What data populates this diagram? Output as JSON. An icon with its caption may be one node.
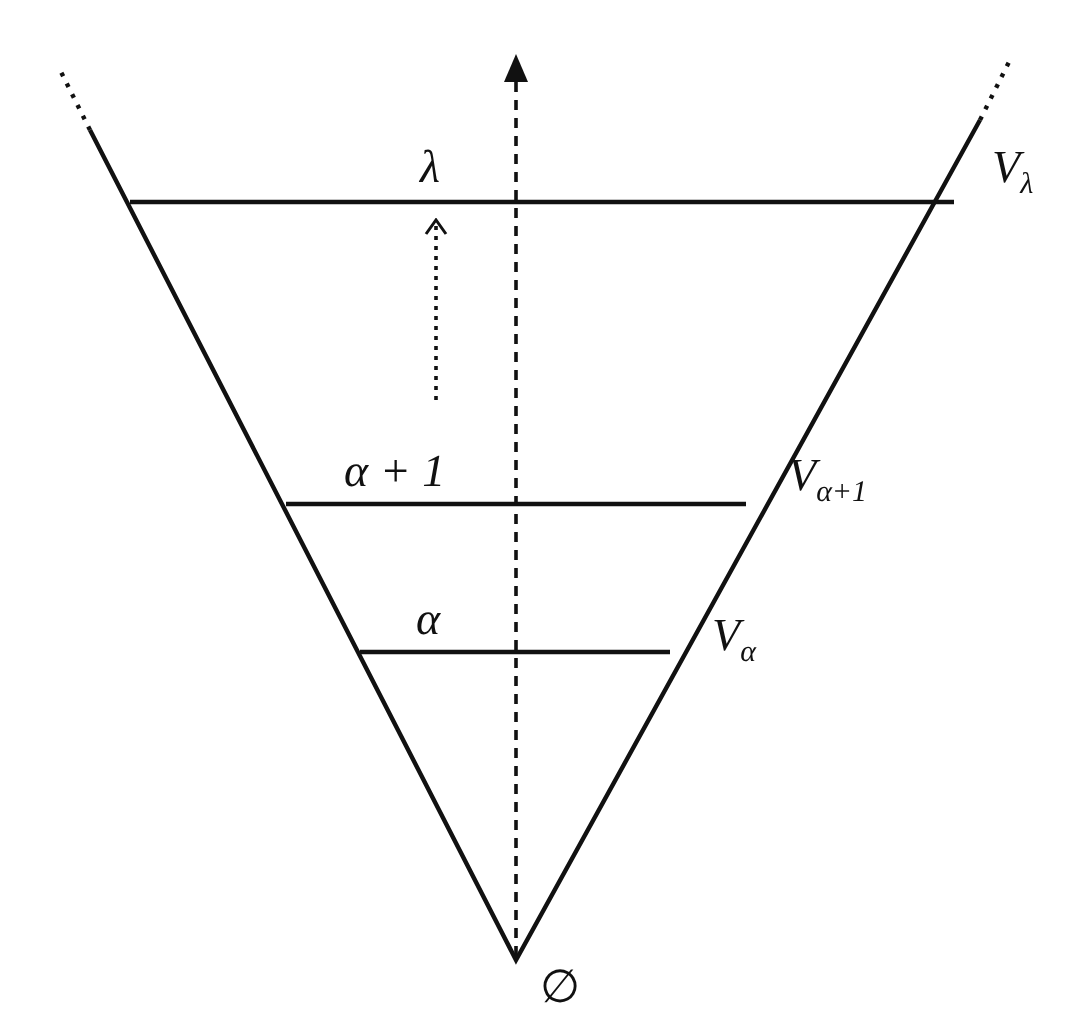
{
  "diagram": {
    "labels": [
      "λ",
      "V$_{λ}$",
      "α + 1",
      "V$_{α+1}$",
      "α",
      "V$_{α}$",
      "∅"
    ]
  }
}
